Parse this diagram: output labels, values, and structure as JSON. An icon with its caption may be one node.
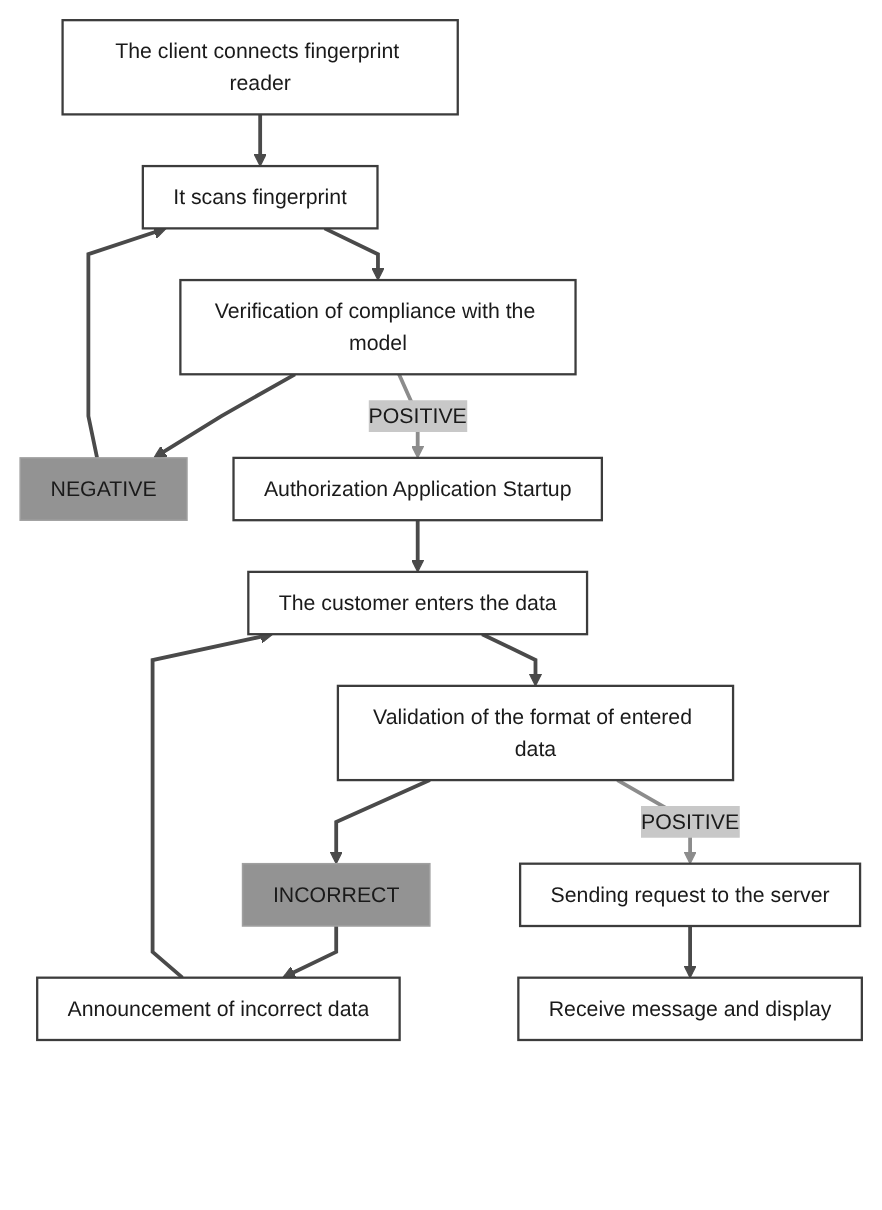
{
  "diagram": {
    "nodes": [
      {
        "text": [
          "The client connects fingerprint reader"
        ]
      },
      {
        "text": [
          "It scans fingerprint"
        ]
      },
      {
        "text": [
          "Verification of compliance with the model"
        ]
      },
      {
        "text": [
          "NEGATIVE"
        ]
      },
      {
        "text": [
          "Authorization Application Startup"
        ]
      },
      {
        "text": [
          "The customer enters the data"
        ]
      },
      {
        "text": [
          "Announcement of incorrect data"
        ]
      },
      {
        "text": [
          "Validation of the format of entered data"
        ]
      },
      {
        "text": [
          "INCORRECT"
        ]
      },
      {
        "text": [
          "Sending request to the server"
        ]
      },
      {
        "text": [
          "Receive message and display"
        ]
      }
    ],
    "edges": [
      {
        "from": 0,
        "to": 1,
        "arrow": "to"
      },
      {
        "from": 1,
        "to": 2,
        "arrow": "to"
      },
      {
        "from": 2,
        "to": 3,
        "arrow": "to"
      },
      {
        "from": 3,
        "to": 1,
        "arrow": "to"
      },
      {
        "from": 2,
        "to": 4,
        "arrow": "to",
        "label": "POSITIVE",
        "color": "#8c8c8c"
      },
      {
        "from": 4,
        "to": 5,
        "arrow": "to"
      },
      {
        "from": 5,
        "to": 7,
        "arrow": "to"
      },
      {
        "from": 7,
        "to": 8,
        "arrow": "to"
      },
      {
        "from": 8,
        "to": 6,
        "arrow": "to"
      },
      {
        "from": 6,
        "to": 5,
        "arrow": "to"
      },
      {
        "from": 7,
        "to": 9,
        "arrow": "to",
        "label": "POSITIVE",
        "color": "#8c8c8c"
      },
      {
        "from": 9,
        "to": 10,
        "arrow": "to"
      }
    ]
  }
}
